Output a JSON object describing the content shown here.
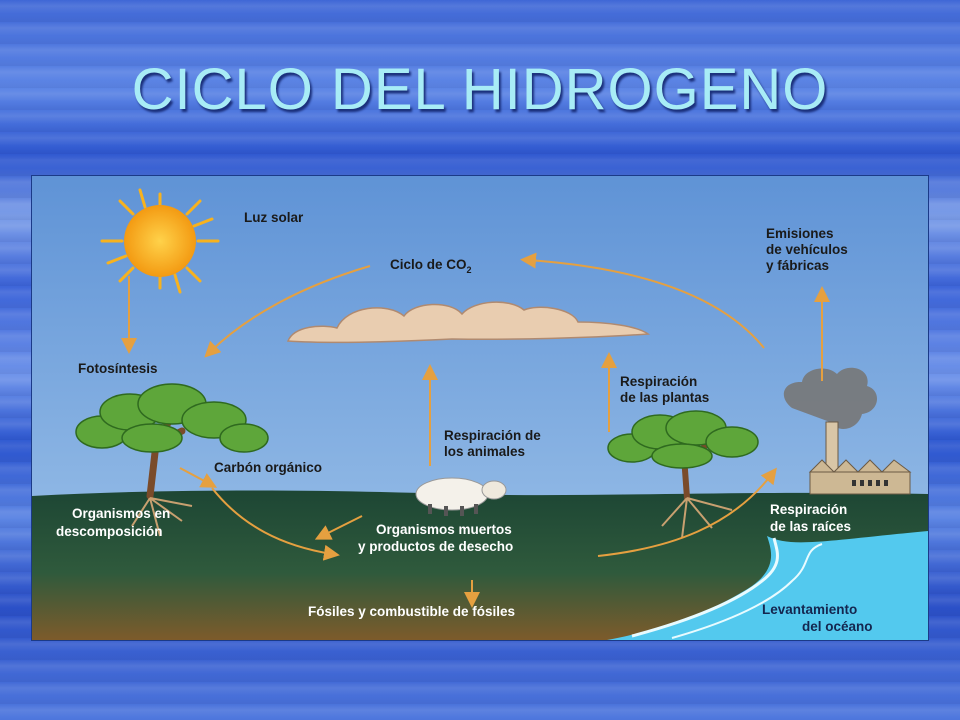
{
  "slide": {
    "title": "CICLO DEL HIDROGENO"
  },
  "diagram": {
    "labels": {
      "sunlight": "Luz solar",
      "co2_cycle_prefix": "Ciclo de CO",
      "co2_cycle_sub": "2",
      "emissions_line1": "Emisiones",
      "emissions_line2": "de vehículos",
      "emissions_line3": "y fábricas",
      "photosynthesis": "Fotosíntesis",
      "plant_resp_line1": "Respiración",
      "plant_resp_line2": "de las plantas",
      "animal_resp_line1": "Respiración de",
      "animal_resp_line2": "los animales",
      "organic_carbon": "Carbón orgánico",
      "decomposition_line1": "Organismos en",
      "decomposition_line2": "descomposición",
      "dead_line1": "Organismos muertos",
      "dead_line2": "y productos de desecho",
      "root_resp_line1": "Respiración",
      "root_resp_line2": "de las raíces",
      "fossils": "Fósiles y combustible de fósiles",
      "ocean_line1": "Levantamiento",
      "ocean_line2": "del océano"
    },
    "colors": {
      "sky": "#6f9fd8",
      "ground_top": "#1f4a35",
      "ground_bottom": "#7a5a2e",
      "arrow": "#e5a040",
      "sun": "#f7b21e",
      "water": "#53c9ee"
    }
  }
}
